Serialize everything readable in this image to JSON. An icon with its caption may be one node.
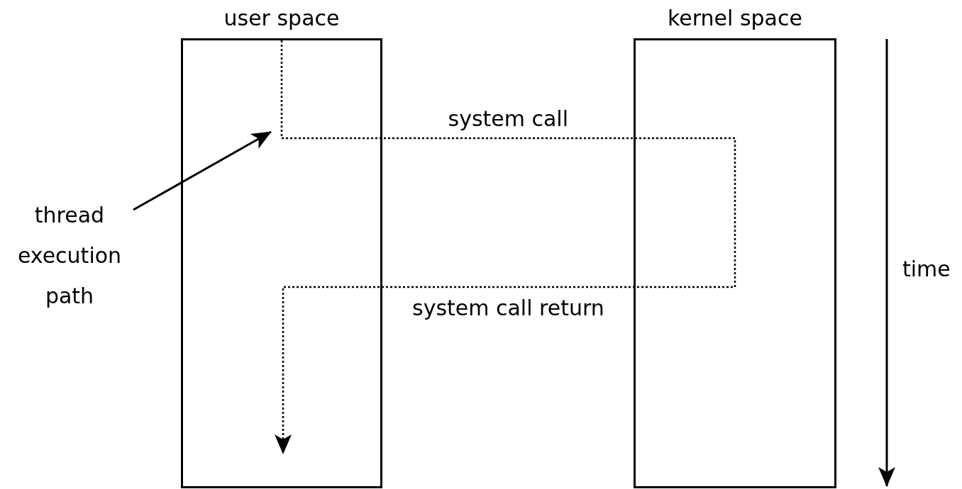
{
  "diagram": {
    "nodes": [
      {
        "text": [
          "user space"
        ]
      },
      {
        "text": [
          "kernel space"
        ]
      },
      {
        "text": [
          "thread execution path"
        ]
      }
    ],
    "edges": [
      {
        "from": 0,
        "to": 1,
        "arrow": "none",
        "label": "system call",
        "style": "dashed"
      },
      {
        "from": 1,
        "to": 0,
        "arrow": "to",
        "label": "system call return",
        "style": "dashed"
      },
      {
        "from": 2,
        "to": 0,
        "arrow": "to"
      }
    ],
    "labels": [
      "time"
    ]
  }
}
